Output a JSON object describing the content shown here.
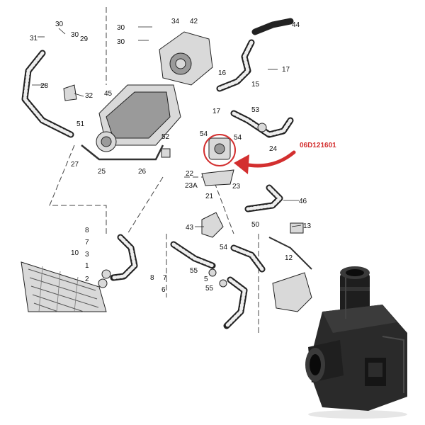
{
  "diagram": {
    "callout_part_number": "06D121601",
    "top_labels": [
      "30",
      "31",
      "30",
      "29",
      "30",
      "30",
      "34",
      "42",
      "44"
    ],
    "left_labels": [
      "28",
      "32",
      "45",
      "51",
      "27",
      "25",
      "26",
      "52"
    ],
    "center_labels": [
      "16",
      "17",
      "15",
      "17",
      "53",
      "54",
      "54",
      "24",
      "22",
      "23A",
      "21",
      "23",
      "46",
      "43",
      "50",
      "13",
      "54",
      "12"
    ],
    "lower_left_labels": [
      "8",
      "7",
      "10",
      "3",
      "1",
      "2",
      "8",
      "7",
      "6",
      "55",
      "5",
      "55"
    ],
    "colors": {
      "callout": "#d32f2f",
      "line": "#222222",
      "pump_body": "#2a2a2a"
    }
  }
}
